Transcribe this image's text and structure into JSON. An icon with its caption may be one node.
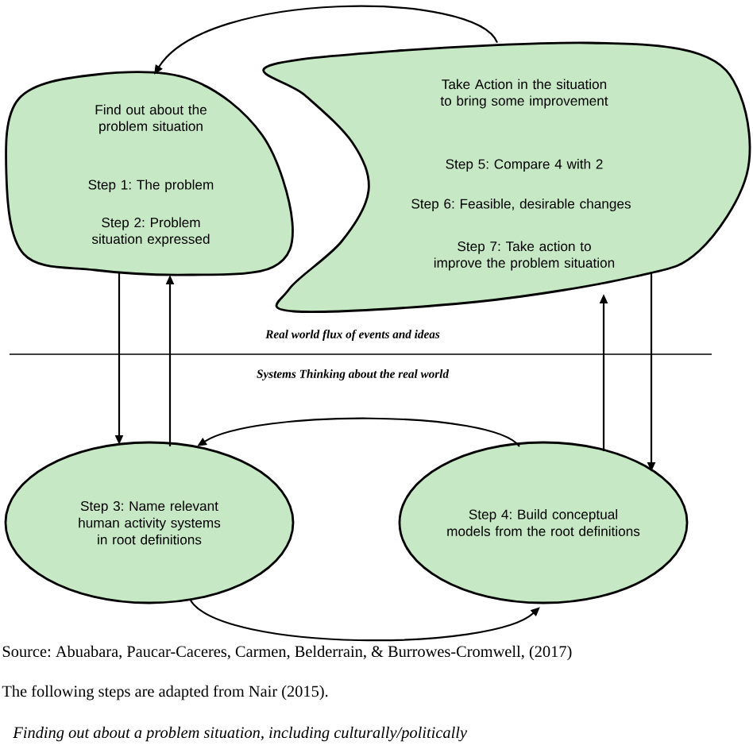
{
  "diagram": {
    "nodes": [
      {
        "text": [
          "Find out about the problem situation",
          "Step 1: The problem",
          "Step 2: Problem situation expressed"
        ]
      },
      {
        "text": [
          "Take Action in the situation to bring some improvement",
          "Step 5: Compare 4 with 2",
          "Step 6: Feasible, desirable changes",
          "Step 7: Take action to improve the problem situation"
        ]
      },
      {
        "text": [
          "Step 3: Name relevant human activity systems in root definitions"
        ]
      },
      {
        "text": [
          "Step 4: Build conceptual models from the root definitions"
        ]
      }
    ],
    "edges": [
      {
        "from": 1,
        "to": 0,
        "arrow": "to"
      },
      {
        "from": 0,
        "to": 2,
        "arrow": "to"
      },
      {
        "from": 2,
        "to": 0,
        "arrow": "to"
      },
      {
        "from": 3,
        "to": 2,
        "arrow": "to"
      },
      {
        "from": 2,
        "to": 3,
        "arrow": "to"
      },
      {
        "from": 3,
        "to": 1,
        "arrow": "to"
      },
      {
        "from": 1,
        "to": 3,
        "arrow": "to"
      }
    ],
    "labels": [
      "Real world flux of events and ideas",
      "Systems Thinking about the real world",
      "Source: Abuabara, Paucar-Caceres, Carmen, Belderrain, & Burrowes-Cromwell, (2017)",
      "The following steps are adapted from Nair (2015).",
      "Finding out about a problem situation, including culturally/politically"
    ]
  }
}
